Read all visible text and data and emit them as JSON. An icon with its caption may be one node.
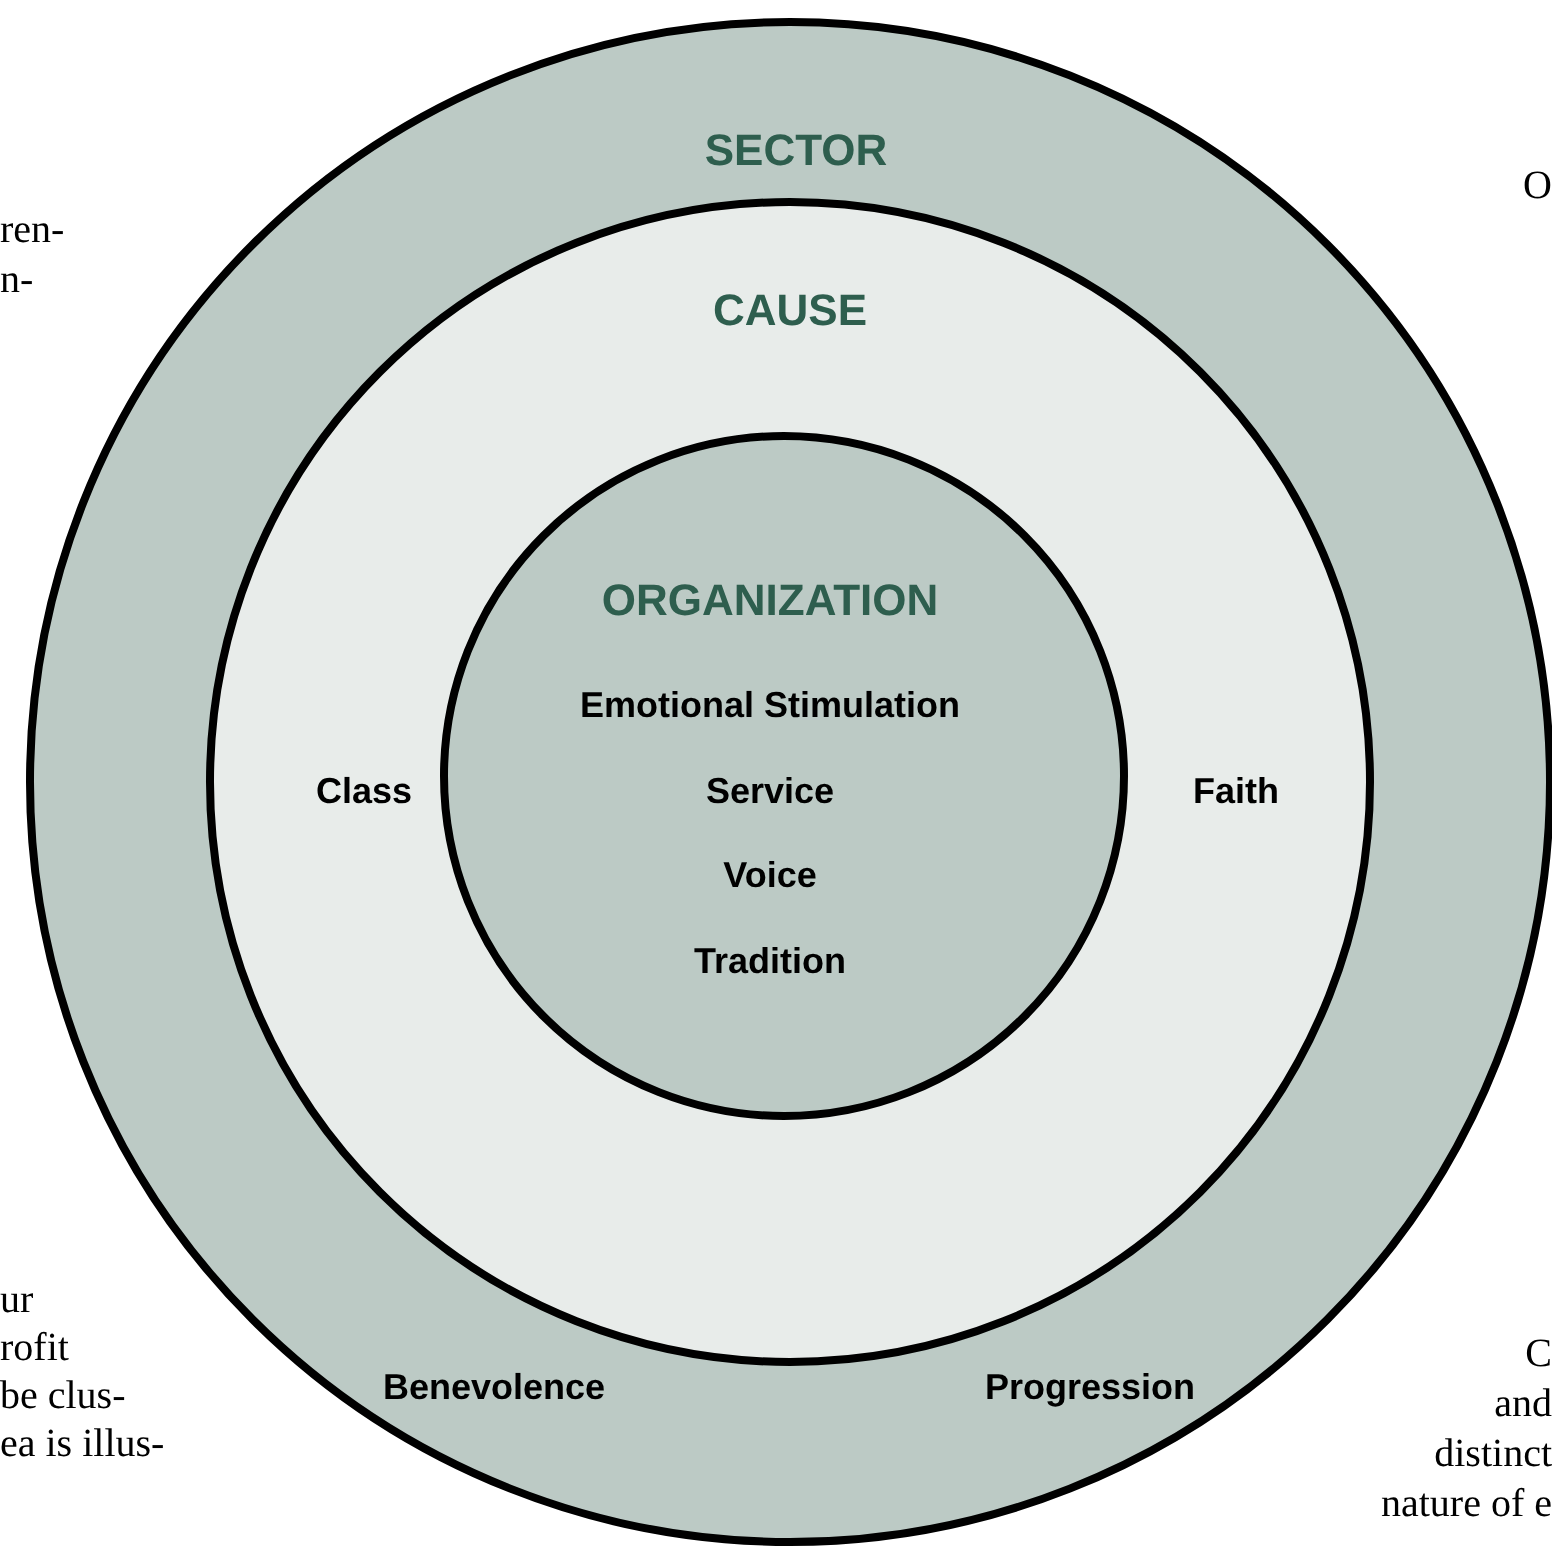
{
  "diagram": {
    "nodes": [
      {
        "text": [
          "SECTOR",
          "Benevolence",
          "Progression"
        ]
      },
      {
        "text": [
          "CAUSE",
          "Class",
          "Faith"
        ],
        "in": 0
      },
      {
        "text": [
          "ORGANIZATION",
          "Emotional Stimulation",
          "Service",
          "Voice",
          "Tradition"
        ],
        "in": 1
      }
    ],
    "labels": [
      "ren-",
      "n-",
      "ur",
      "rofit",
      "be clus-",
      "ea is illus-",
      "O",
      "C",
      "and",
      "distinct",
      "nature of e"
    ]
  }
}
